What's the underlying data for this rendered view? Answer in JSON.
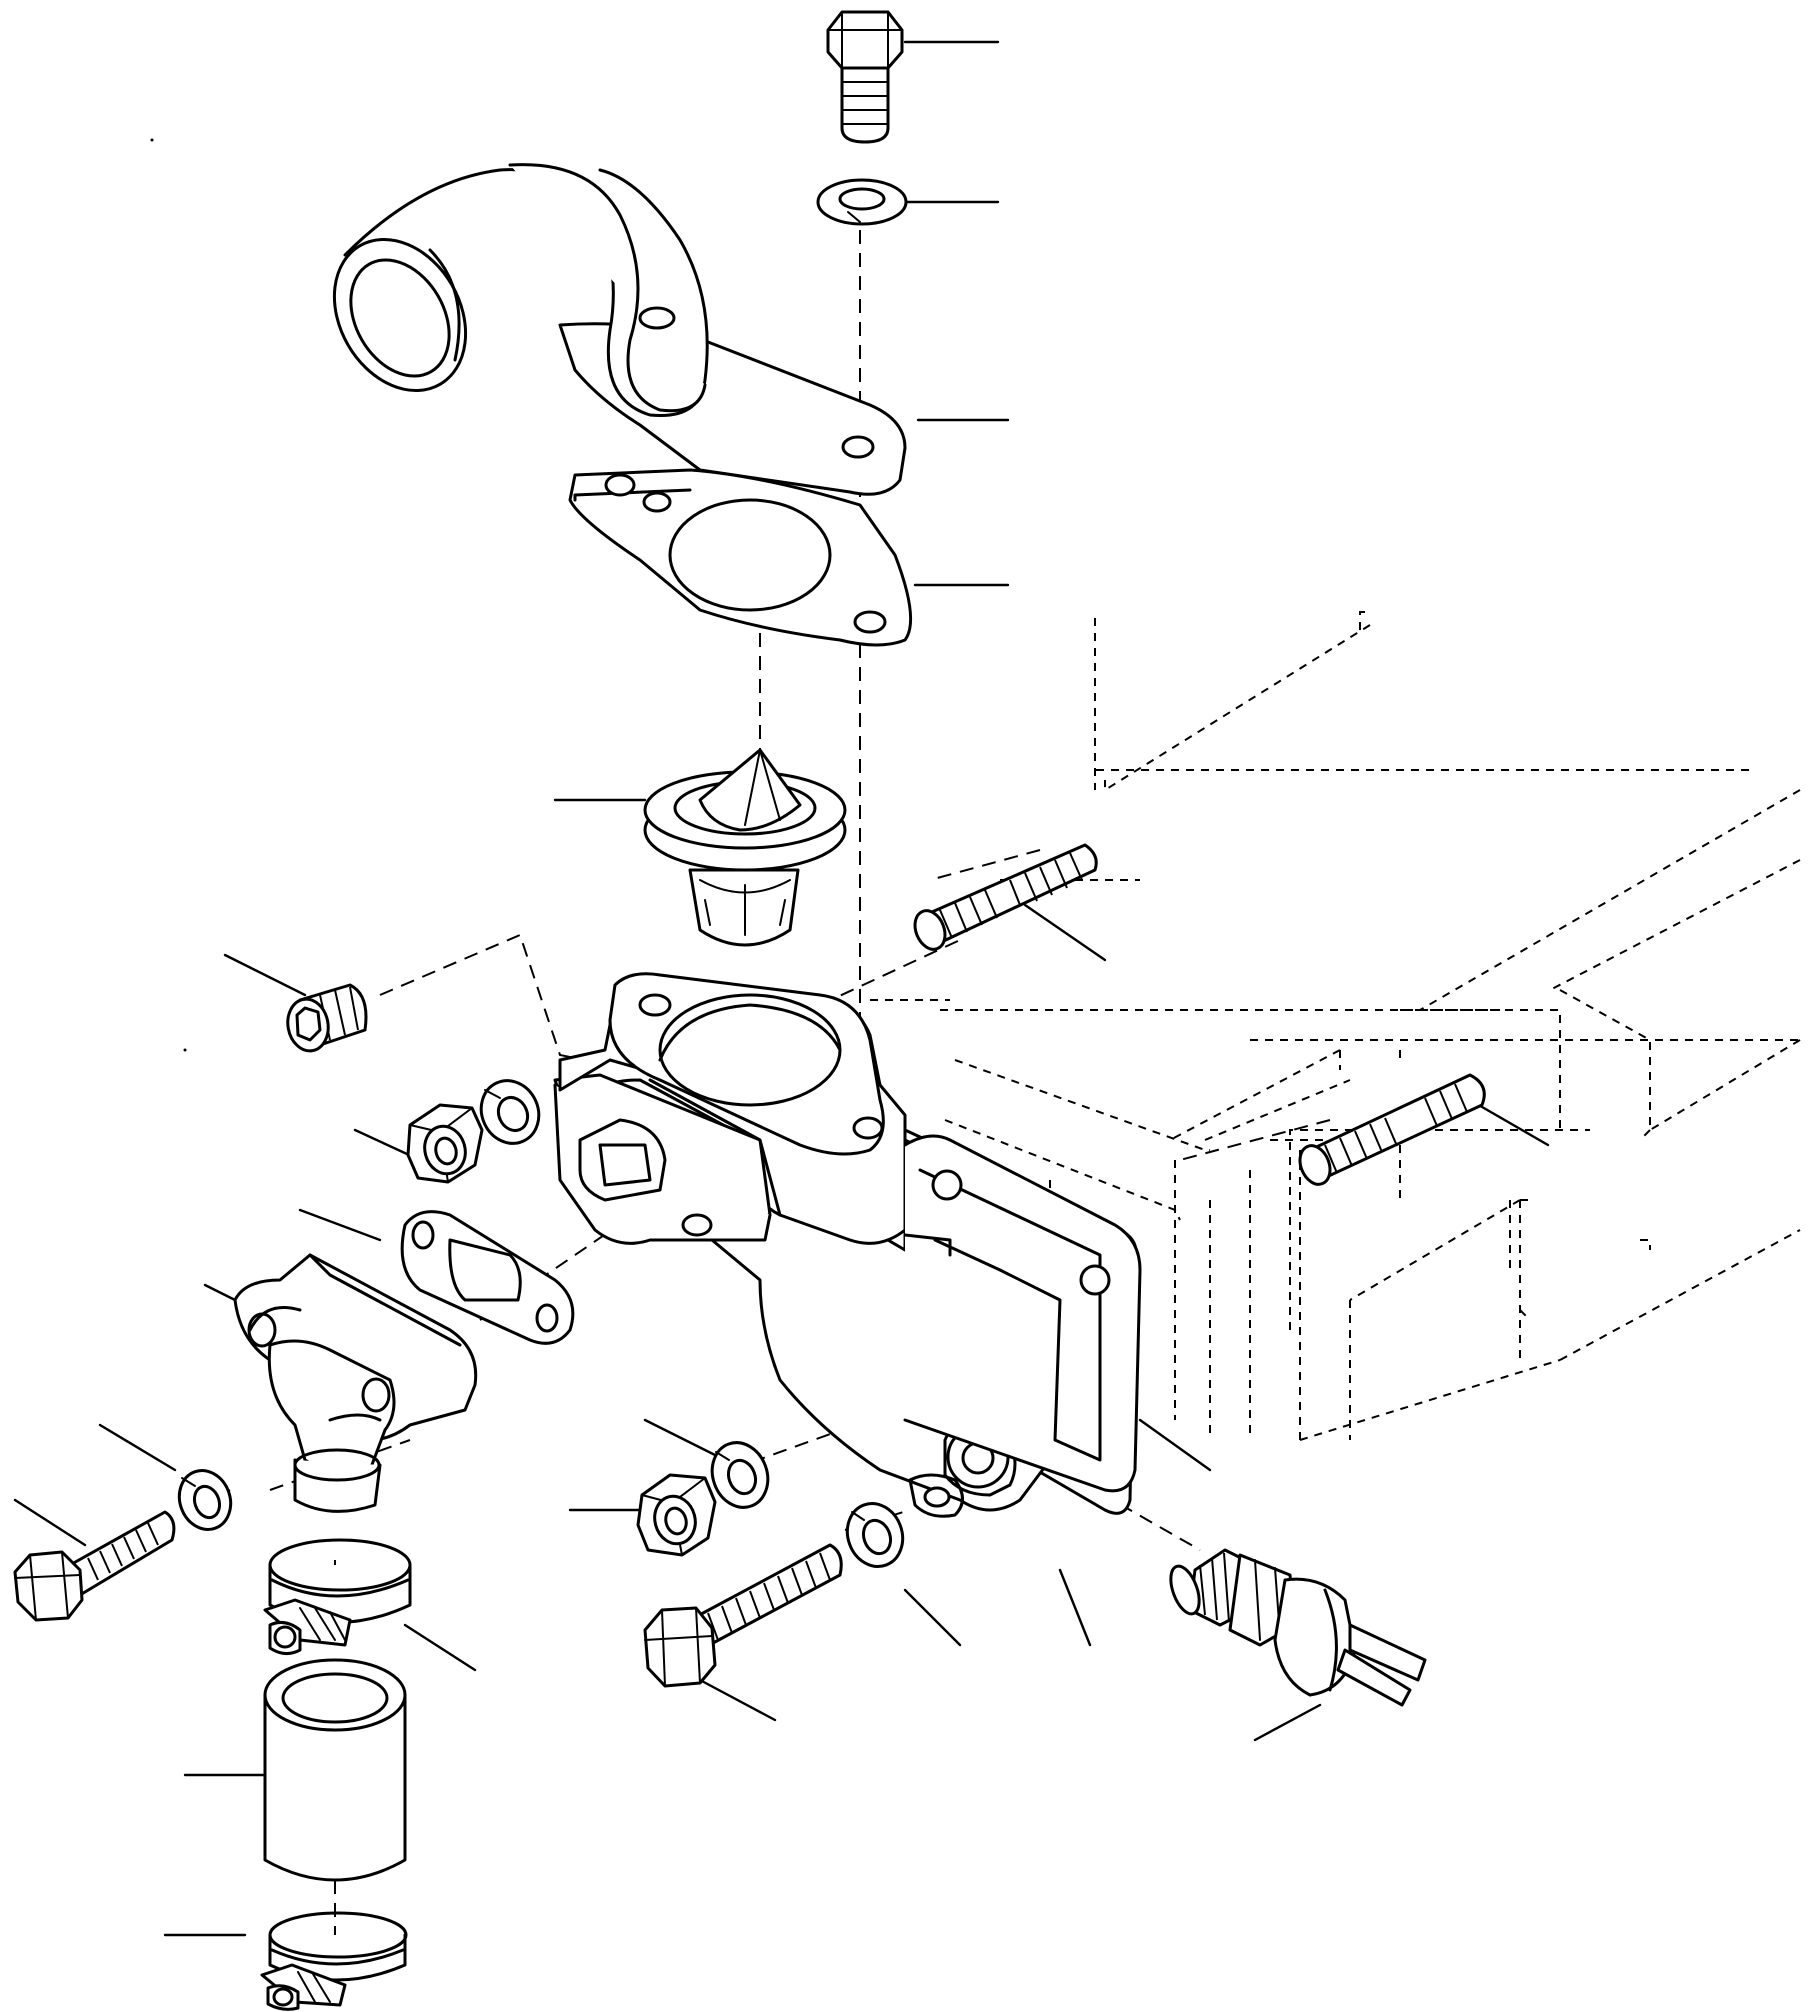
{
  "figure": {
    "parts": [
      {
        "name": "hex-bolt-top"
      },
      {
        "name": "lock-washer-top"
      },
      {
        "name": "water-outlet-elbow"
      },
      {
        "name": "outlet-gasket"
      },
      {
        "name": "thermostat"
      },
      {
        "name": "stud-upper"
      },
      {
        "name": "stud-lower"
      },
      {
        "name": "plug"
      },
      {
        "name": "thermostat-housing"
      },
      {
        "name": "housing-gasket"
      },
      {
        "name": "lock-washer-left"
      },
      {
        "name": "hex-nut-left"
      },
      {
        "name": "connector-gasket"
      },
      {
        "name": "elbow-connector"
      },
      {
        "name": "lock-washer-lower-left"
      },
      {
        "name": "hex-bolt-lower-left"
      },
      {
        "name": "hose-clamp-upper"
      },
      {
        "name": "hose"
      },
      {
        "name": "hose-clamp-lower"
      },
      {
        "name": "lock-washer-center"
      },
      {
        "name": "hex-nut-center"
      },
      {
        "name": "lock-washer-bottom"
      },
      {
        "name": "hex-bolt-bottom"
      },
      {
        "name": "temperature-sender"
      }
    ]
  }
}
